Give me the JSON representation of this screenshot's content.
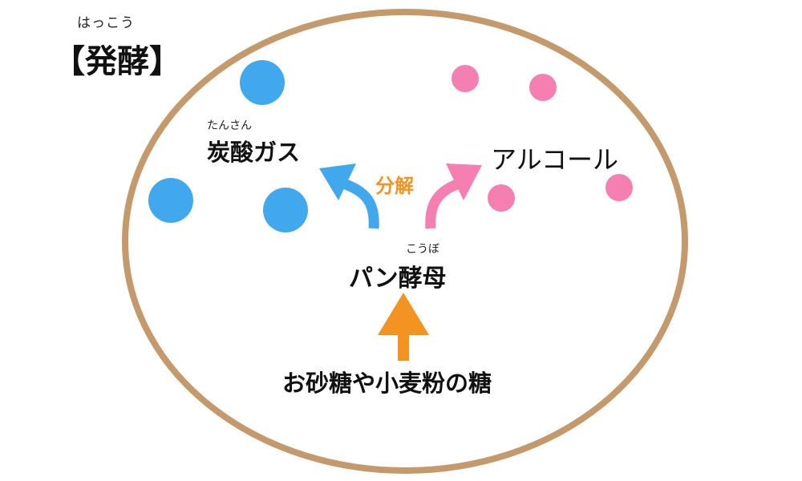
{
  "title": "【発酵】",
  "title_ruby": "はっこう",
  "carbon_dioxide": {
    "label": "炭酸ガス",
    "ruby": "たんさん"
  },
  "alcohol": {
    "label": "アルコール"
  },
  "decomposition": {
    "label": "分解"
  },
  "yeast": {
    "label": "パン酵母",
    "ruby": "こうぼ"
  },
  "sugar": {
    "label": "お砂糖や小麦粉の糖"
  },
  "colors": {
    "outline": "#c49a6c",
    "co2": "#41a8ee",
    "alcohol": "#f57fb0",
    "decomposition": "#f39321",
    "text": "#111111"
  },
  "icons": {
    "co2_particles": "circle-dot",
    "alcohol_particles": "circle-dot",
    "arrows": "curved-arrow"
  }
}
